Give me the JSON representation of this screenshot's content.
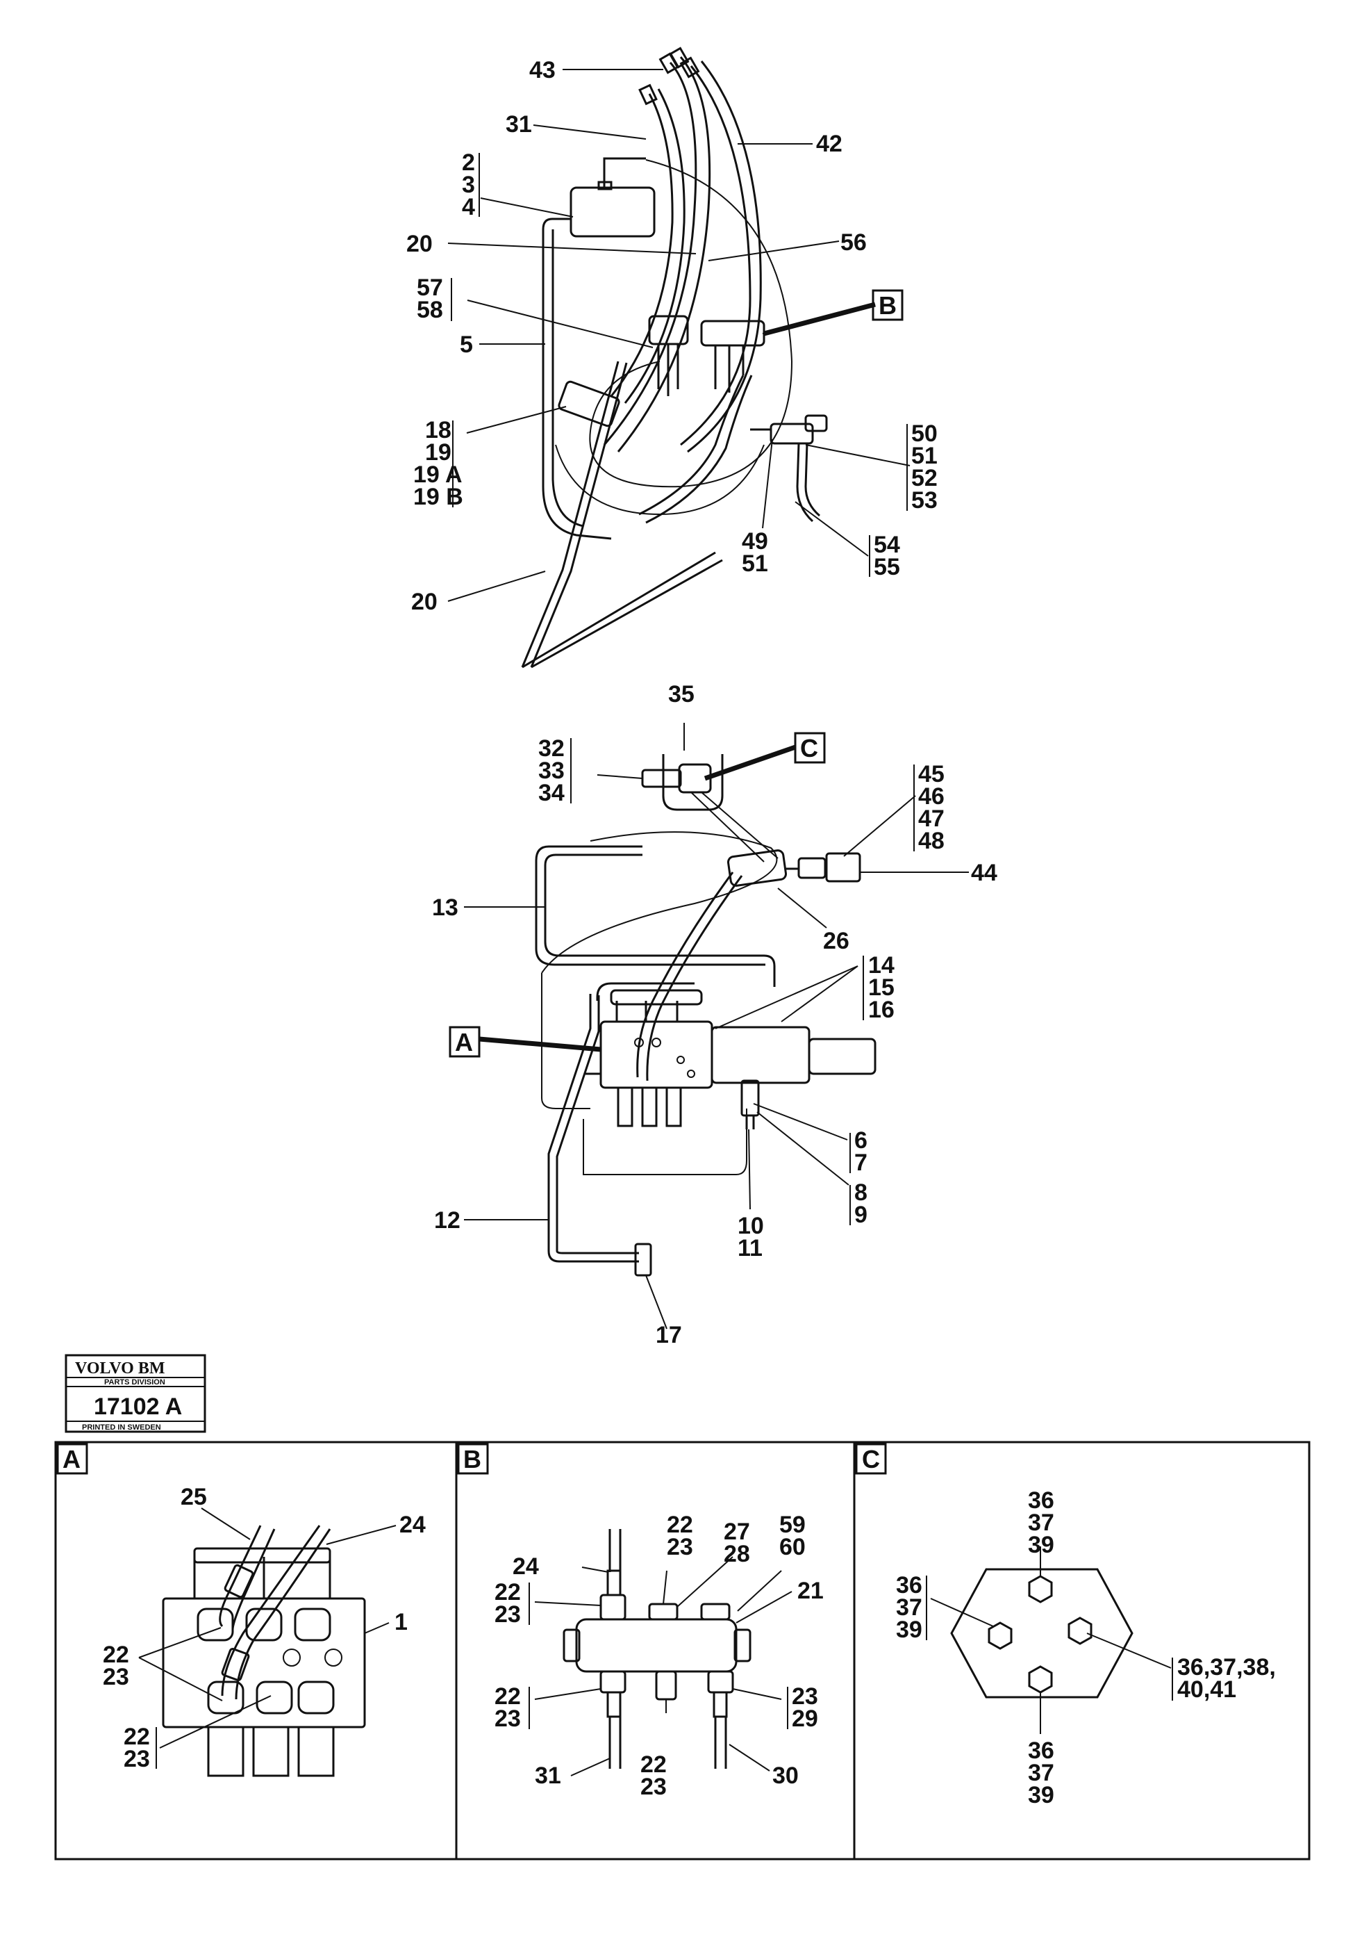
{
  "callouts": {
    "c43": "43",
    "c31": "31",
    "c42": "42",
    "c2": "2",
    "c3": "3",
    "c4": "4",
    "c20a": "20",
    "c56": "56",
    "c57": "57",
    "c58": "58",
    "c5": "5",
    "c18": "18",
    "c19": "19",
    "c19A": "19 A",
    "c19B": "19 B",
    "c20b": "20",
    "c50": "50",
    "c51": "51",
    "c52": "52",
    "c53": "53",
    "c49": "49",
    "c51b": "51",
    "c54": "54",
    "c55": "55",
    "c35": "35",
    "c32": "32",
    "c33": "33",
    "c34": "34",
    "c45": "45",
    "c46": "46",
    "c47": "47",
    "c48": "48",
    "c44": "44",
    "c13": "13",
    "c26": "26",
    "c14": "14",
    "c15": "15",
    "c16": "16",
    "c6": "6",
    "c7": "7",
    "c8": "8",
    "c9": "9",
    "c10": "10",
    "c11": "11",
    "c12": "12",
    "c17": "17"
  },
  "detail_refs": {
    "a": "A",
    "b": "B",
    "c": "C"
  },
  "stamp": {
    "brand": "VOLVO BM",
    "division": "PARTS DIVISION",
    "number": "17102 A",
    "printed": "PRINTED IN SWEDEN"
  },
  "panel_a": {
    "title": "A",
    "c25": "25",
    "c24": "24",
    "c1": "1",
    "c22a": "22",
    "c23a": "23",
    "c22b": "22",
    "c23b": "23"
  },
  "panel_b": {
    "title": "B",
    "c22t": "22",
    "c23t": "23",
    "c27": "27",
    "c28": "28",
    "c59": "59",
    "c60": "60",
    "c24": "24",
    "c21": "21",
    "c22l": "22",
    "c23l": "23",
    "c22bl": "22",
    "c23bl": "23",
    "c23r": "23",
    "c29": "29",
    "c31": "31",
    "c22b": "22",
    "c23b": "23",
    "c30": "30"
  },
  "panel_c": {
    "title": "C",
    "top": [
      "36",
      "37",
      "39"
    ],
    "left": [
      "36",
      "37",
      "39"
    ],
    "right": [
      "36,37,38,",
      "40,41"
    ],
    "bottom": [
      "36",
      "37",
      "39"
    ]
  }
}
